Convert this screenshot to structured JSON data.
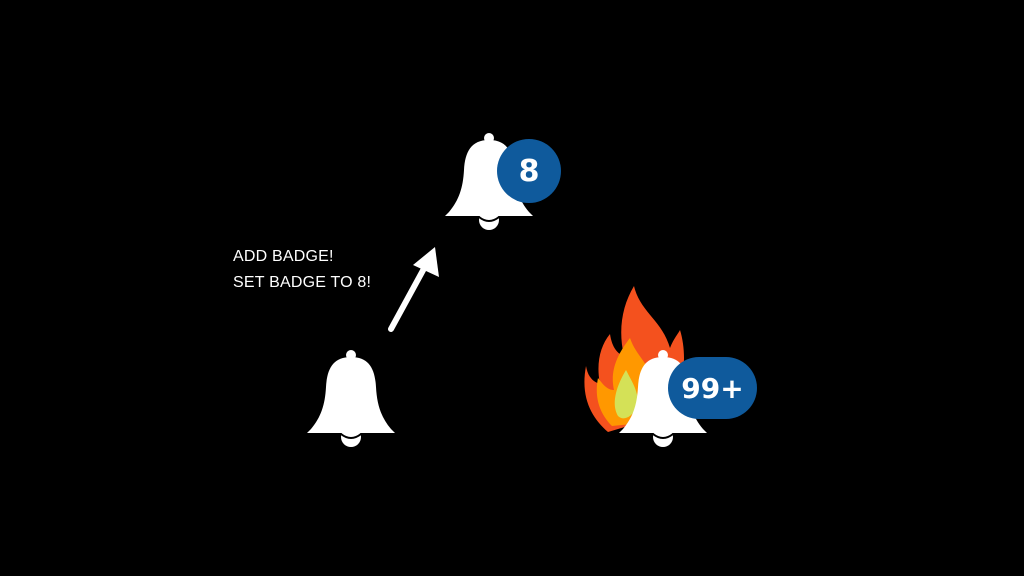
{
  "caption": {
    "line1": "ADD BADGE!",
    "line2": "SET BADGE TO 8!"
  },
  "badges": {
    "badged_bell": "8",
    "overloaded_bell": "99+"
  },
  "icons": {
    "bell": "bell-icon",
    "badge": "notification-badge",
    "arrow": "arrow-up-right-icon",
    "fire": "fire-icon"
  },
  "colors": {
    "background": "#000000",
    "bell": "#ffffff",
    "badge": "#0f5a9c",
    "fire_outer": "#f4511e",
    "fire_middle": "#ff9800",
    "fire_inner": "#d4e157",
    "text": "#ffffff"
  }
}
